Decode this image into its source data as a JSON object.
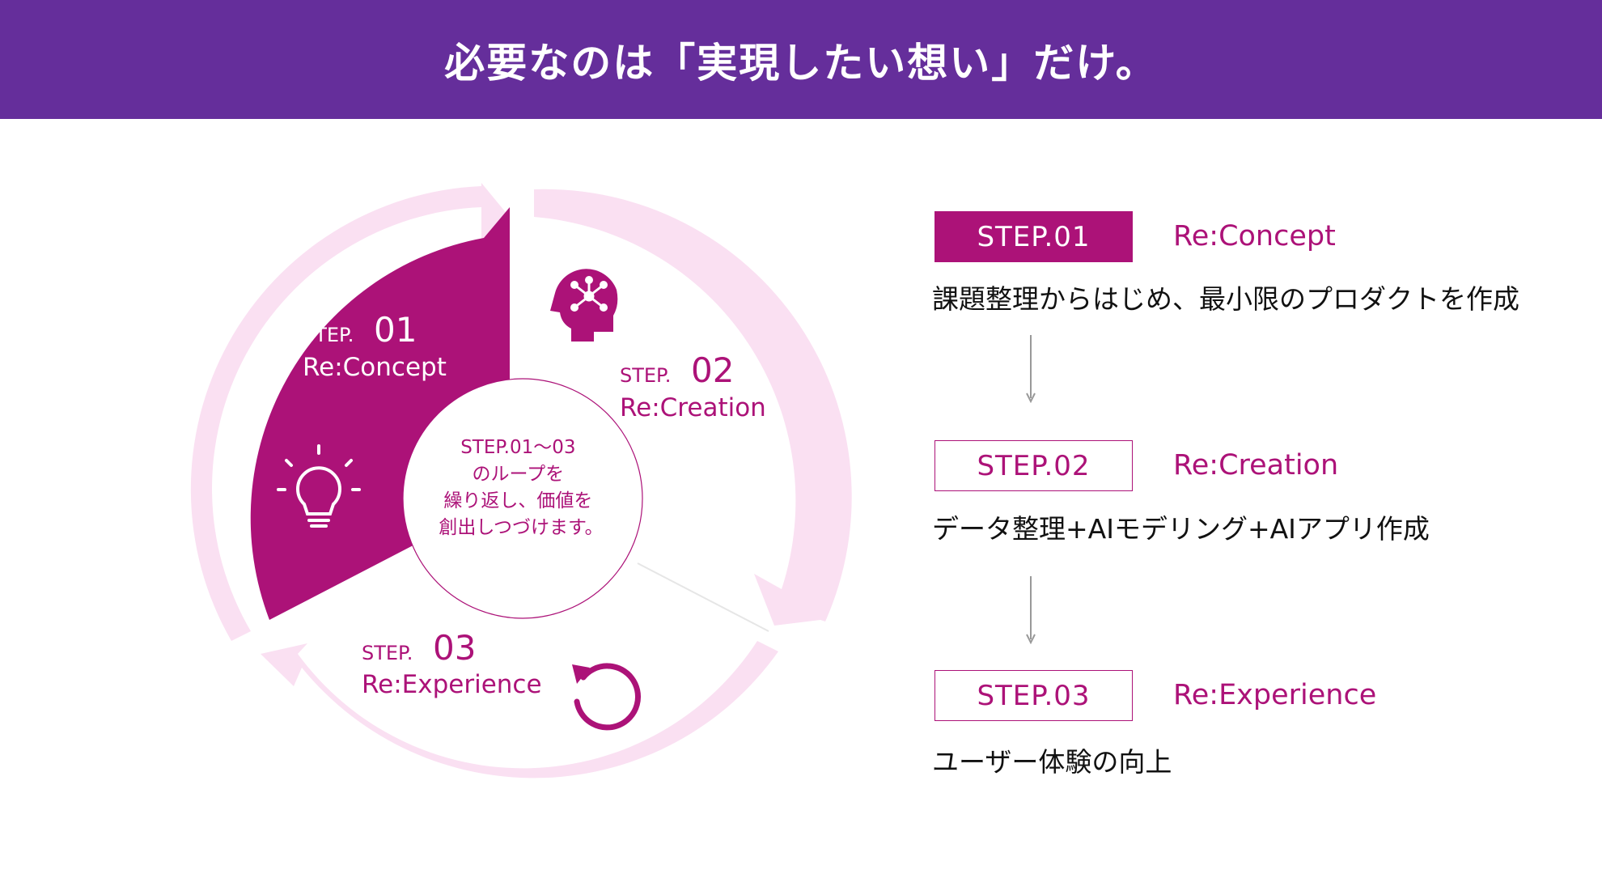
{
  "header": {
    "title": "必要なのは「実現したい想い」だけ。"
  },
  "cycle": {
    "center_lines": [
      "STEP.01～03",
      "のループを",
      "繰り返し、価値を",
      "創出しつづけます。"
    ],
    "steps": [
      {
        "prefix": "STEP.",
        "number": "01",
        "name": "Re:Concept",
        "icon": "lightbulb-icon"
      },
      {
        "prefix": "STEP.",
        "number": "02",
        "name": "Re:Creation",
        "icon": "brain-network-icon"
      },
      {
        "prefix": "STEP.",
        "number": "03",
        "name": "Re:Experience",
        "icon": "refresh-loop-icon"
      }
    ]
  },
  "steps_list": [
    {
      "label": "STEP.01",
      "name": "Re:Concept",
      "desc": "課題整理からはじめ、最小限のプロダクトを作成"
    },
    {
      "label": "STEP.02",
      "name": "Re:Creation",
      "desc": "データ整理+AIモデリング+AIアプリ作成"
    },
    {
      "label": "STEP.03",
      "name": "Re:Experience",
      "desc": "ユーザー体験の向上"
    }
  ],
  "colors": {
    "header_bg": "#652e9b",
    "accent": "#ac1278",
    "ring": "#fae0f2",
    "arrow_line": "#999999"
  }
}
